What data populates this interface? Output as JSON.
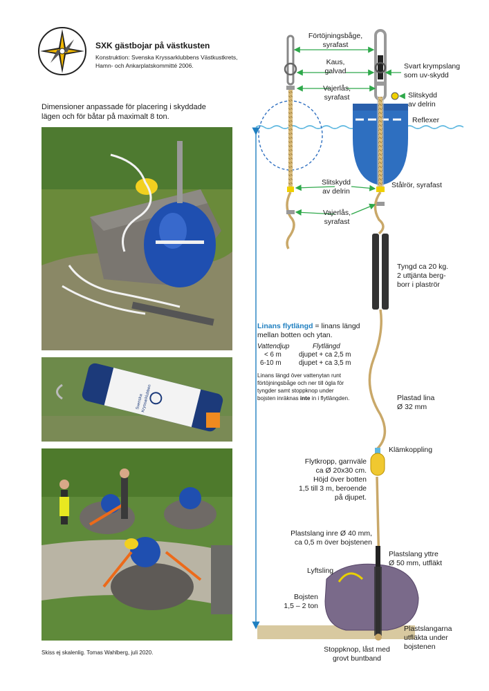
{
  "header": {
    "title": "SXK gästbojar på västkusten",
    "subtitle_line1": "Konstruktion: Svenska Kryssarklubbens Västkustkrets,",
    "subtitle_line2": "Hamn- och Ankarplatskommitté 2006."
  },
  "intro": {
    "line1": "Dimensioner anpassade för placering i skyddade",
    "line2": "lägen och för båtar på maximalt 8 ton."
  },
  "photo2_label": {
    "line1": "Svenska",
    "line2": "Kryssarklubben"
  },
  "caption": "Skiss ej skalenlig. Tomas Wahlberg, juli 2020.",
  "labels": {
    "fortojningsbage_1": "Förtöjningsbåge,",
    "fortojningsbage_2": "syrafast",
    "kaus_1": "Kaus,",
    "kaus_2": "galvad",
    "vajerlas_top_1": "Vajerlås,",
    "vajerlas_top_2": "syrafast",
    "krympslang_1": "Svart krympslang",
    "krympslang_2": "som uv-skydd",
    "slitskydd_right_1": "Slitskydd",
    "slitskydd_right_2": "av delrin",
    "reflexer": "Reflexer",
    "slitskydd_mid_1": "Slitskydd",
    "slitskydd_mid_2": "av delrin",
    "stalror": "Stålrör, syrafast",
    "vajerlas_low_1": "Vajerlås,",
    "vajerlas_low_2": "syrafast",
    "tyngd_1": "Tyngd ca 20 kg.",
    "tyngd_2": "2 uttjänta berg-",
    "tyngd_3": "borr i plaströr",
    "flyt_term": "Linans flytlängd",
    "flyt_def_1": " = linans längd",
    "flyt_def_2": "mellan botten och ytan.",
    "table_h1": "Vattendjup",
    "table_h2": "Flytlängd",
    "row1_depth": "< 6 m",
    "row1_len": "djupet + ca 2,5 m",
    "row2_depth": "6-10 m",
    "row2_len": "djupet + ca 3,5 m",
    "note_1": "Linans längd över vattenytan runt",
    "note_2": "förtöjningsbåge och ner till ögla för",
    "note_3": "tyngder samt stoppknop under",
    "note_4a": "bojsten inräknas ",
    "note_4b": "inte",
    "note_4c": " in i flytlängden.",
    "lina_1": "Plastad lina",
    "lina_2": "Ø 32 mm",
    "klamkoppling": "Klämkoppling",
    "flytkropp_1": "Flytkropp, garnväle",
    "flytkropp_2": "ca Ø 20x30 cm.",
    "flytkropp_3": "Höjd över botten",
    "flytkropp_4": "1,5 till 3 m, beroende",
    "flytkropp_5": "på djupet.",
    "plastslang_inre_1": "Plastslang inre Ø 40 mm,",
    "plastslang_inre_2": "ca 0,5 m över bojstenen",
    "plastslang_yttre_1": "Plastslang yttre",
    "plastslang_yttre_2": "Ø 50 mm, utfläkt",
    "lyftsling": "Lyftsling",
    "bojsten_1": "Bojsten",
    "bojsten_2": "1,5 – 2 ton",
    "utflakta_1": "Plastslangarna",
    "utflakta_2": "utfläkta under",
    "utflakta_3": "bojstenen",
    "stoppknop_1": "Stoppknop, låst med",
    "stoppknop_2": "grovt buntband"
  },
  "colors": {
    "buoy_blue": "#2e6fc0",
    "water": "#5fb8e0",
    "arrow_green": "#2ea84a",
    "rope": "#c9a869",
    "stone": "#7a6a8a",
    "weight": "#3a3a3a",
    "float_yellow": "#f0c830",
    "seabed": "#d8c9a0",
    "flyt_blue": "#1f7fc0"
  }
}
